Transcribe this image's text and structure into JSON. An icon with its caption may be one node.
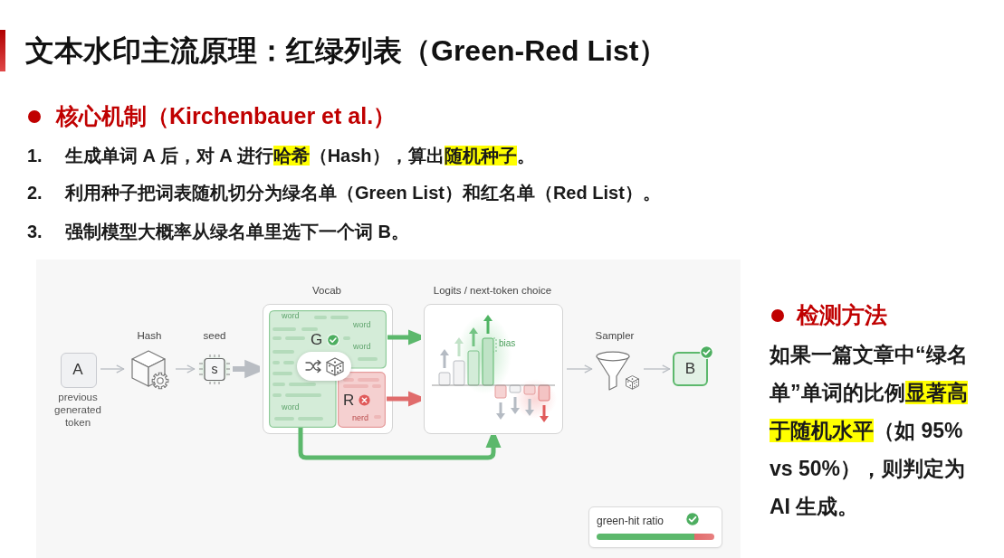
{
  "diagram": {
    "title": "文本水印主流原理：红绿列表（Green-Red List）",
    "nodes": [
      {
        "text": [
          "A"
        ],
        "beside": [
          "previous generated token"
        ]
      },
      {
        "text": [
          "Hash"
        ]
      },
      {
        "text": [
          "seed",
          "s"
        ]
      },
      {
        "text": [
          "Vocab"
        ]
      },
      {
        "text": [
          "word",
          "word",
          "G",
          "word",
          "word"
        ],
        "in": 3
      },
      {
        "text": [
          "R",
          "nerd"
        ],
        "in": 3
      },
      {
        "text": [
          "Logits / next-token choice",
          "bias"
        ]
      },
      {
        "text": [
          "Sampler"
        ]
      },
      {
        "text": [
          "B"
        ]
      },
      {
        "text": [
          "green-hit ratio"
        ]
      }
    ],
    "edges": [
      {
        "from": 0,
        "to": 1,
        "arrow": "to"
      },
      {
        "from": 1,
        "to": 2,
        "arrow": "to"
      },
      {
        "from": 2,
        "to": 3,
        "arrow": "to",
        "style": "thick"
      },
      {
        "from": 4,
        "to": 6,
        "arrow": "to",
        "style": "thick",
        "color": "#5cb86c"
      },
      {
        "from": 5,
        "to": 6,
        "arrow": "to",
        "style": "thick",
        "color": "#e06c6c"
      },
      {
        "from": 4,
        "to": 6,
        "arrow": "to",
        "style": "thick",
        "color": "#5cb86c"
      },
      {
        "from": 6,
        "to": 7,
        "arrow": "to"
      },
      {
        "from": 7,
        "to": 8,
        "arrow": "to"
      }
    ],
    "labels": [
      "核心机制（Kirchenbauer et al.）",
      "1.",
      "生成单词 A 后，对 A 进行**哈希**（Hash），算出**随机种子**。",
      "2.",
      "利用种子把词表随机切分为绿名单（Green List）和红名单（Red List）。",
      "3.",
      "强制模型大概率从绿名单里选下一个词 B。",
      "检测方法",
      "如果一篇文章中“绿名单”单词的比例**显著高于随机水平**（如 95% vs 50%），则判定为 AI 生成。"
    ]
  }
}
